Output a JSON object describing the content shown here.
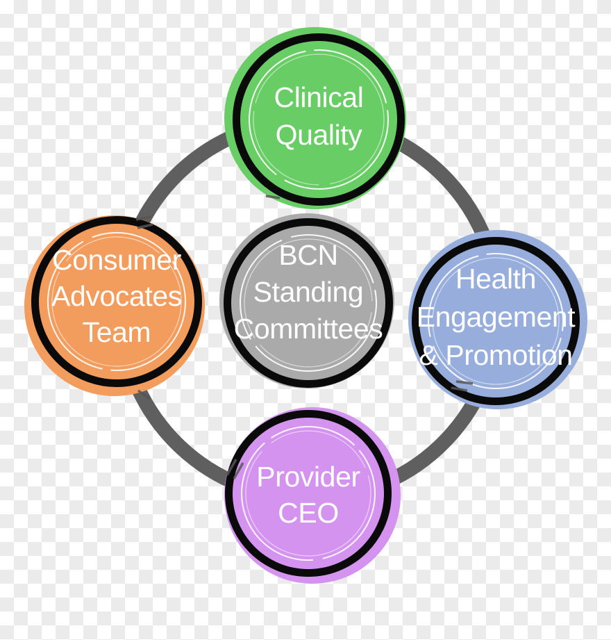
{
  "colors": {
    "checker-light": "#ffffff",
    "checker-dark": "#ebebeb"
  },
  "ink": "#0a0a0a",
  "text_color": "#ffffff",
  "sketch_white": "#ffffff",
  "sketch_gray": "#565656",
  "ring": {
    "color": "#5f5f5f"
  },
  "nodes": {
    "top": {
      "line1": "Clinical",
      "line2": "Quality",
      "fill": "#69cd66"
    },
    "left": {
      "line1": "Consumer",
      "line2": "Advocates",
      "line3": "Team",
      "fill": "#f29c5d"
    },
    "center": {
      "line1": "BCN",
      "line2": "Standing",
      "line3": "Committees",
      "fill": "#aaaaaa"
    },
    "right": {
      "line1": "Health",
      "line2": "Engagement",
      "line3": "& Promotion",
      "fill": "#97aedc"
    },
    "bottom": {
      "line1": "Provider",
      "line2": "CEO",
      "fill": "#d593f0"
    }
  }
}
